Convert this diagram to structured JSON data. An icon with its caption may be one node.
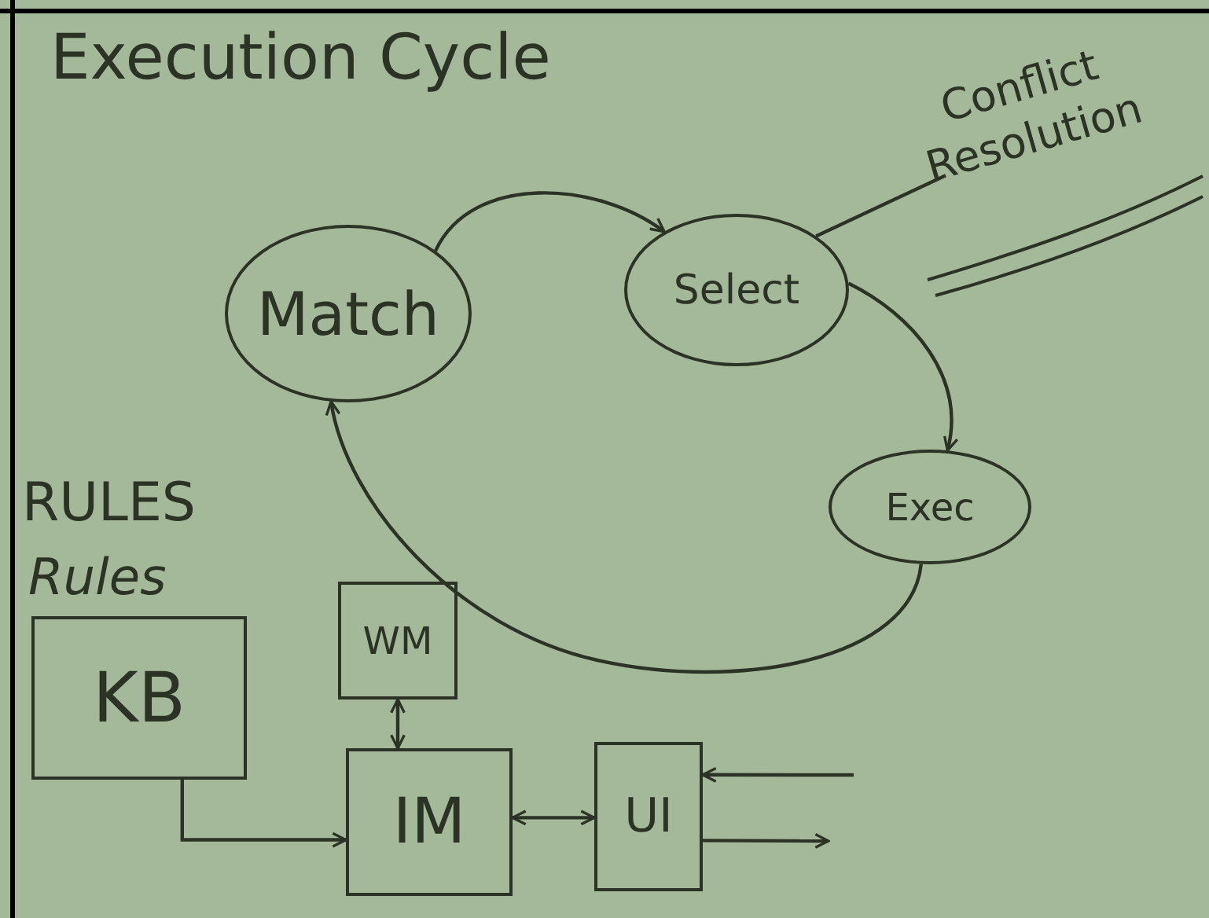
{
  "diagram": {
    "title": "Execution Cycle",
    "nodes": [
      {
        "text": [
          "Match"
        ]
      },
      {
        "text": [
          "Select"
        ]
      },
      {
        "text": [
          "Exec"
        ]
      },
      {
        "text": [
          "Conflict Resolution"
        ]
      },
      {
        "text": [
          "KB"
        ],
        "beside": [
          "Rules"
        ]
      },
      {
        "text": [
          "WM"
        ]
      },
      {
        "text": [
          "IM"
        ]
      },
      {
        "text": [
          "UI"
        ]
      }
    ],
    "edges": [
      {
        "from": 0,
        "to": 1,
        "arrow": "to"
      },
      {
        "from": 1,
        "to": 2,
        "arrow": "to"
      },
      {
        "from": 2,
        "to": 0,
        "arrow": "to"
      },
      {
        "from": 3,
        "to": 1,
        "arrow": "none"
      },
      {
        "from": 4,
        "to": 6,
        "arrow": "to"
      },
      {
        "from": 5,
        "to": 6,
        "arrow": "both"
      },
      {
        "from": 6,
        "to": 7,
        "arrow": "both"
      },
      {
        "from": null,
        "to": 7,
        "arrow": "to"
      },
      {
        "from": 7,
        "to": null,
        "arrow": "to"
      }
    ],
    "labels": [
      "RULES"
    ]
  }
}
